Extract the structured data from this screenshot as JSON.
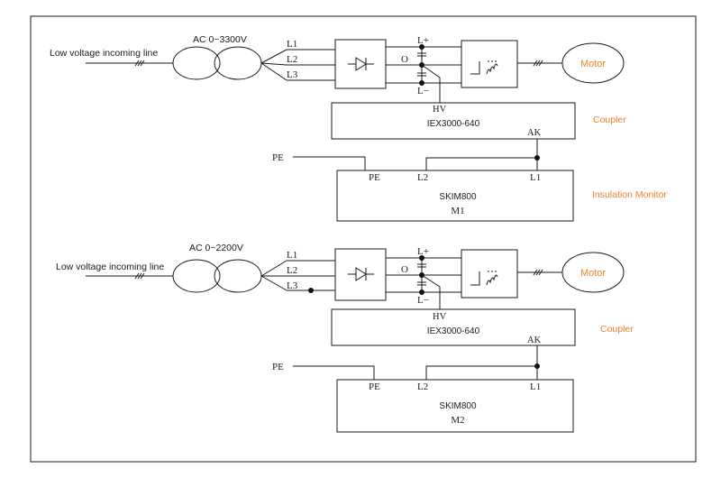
{
  "circuit1": {
    "incoming_label": "Low voltage incoming line",
    "transformer_label": "AC 0~3300V",
    "phase_labels": [
      "L1",
      "L2",
      "L3"
    ],
    "bus_plus": "L+",
    "bus_mid": "O",
    "bus_minus": "L−",
    "hv_label": "HV",
    "coupler_model": "IEX3000-640",
    "coupler_caption": "Coupler",
    "ak_label": "AK",
    "pe_label": "PE",
    "monitor_pe": "PE",
    "monitor_l2": "L2",
    "monitor_l1": "L1",
    "monitor_model": "SKIM800",
    "monitor_id": "M1",
    "monitor_caption": "Insulation Monitor",
    "motor_label": "Motor"
  },
  "circuit2": {
    "incoming_label": "Low voltage incoming line",
    "transformer_label": "AC 0~2200V",
    "phase_labels": [
      "L1",
      "L2",
      "L3"
    ],
    "bus_plus": "L+",
    "bus_mid": "O",
    "bus_minus": "L−",
    "hv_label": "HV",
    "coupler_model": "IEX3000-640",
    "coupler_caption": "Coupler",
    "ak_label": "AK",
    "pe_label": "PE",
    "monitor_pe": "PE",
    "monitor_l2": "L2",
    "monitor_l1": "L1",
    "monitor_model": "SKIM800",
    "monitor_id": "M2",
    "motor_label": "Motor"
  },
  "icons": {
    "rectifier": "rectifier-diode-icon",
    "inverter": "inverter-icon",
    "motor": "motor-circle-icon",
    "transformer": "transformer-coils-icon"
  },
  "colors": {
    "line": "#1a1a1a",
    "caption_orange": "#e9822b",
    "background": "#ffffff"
  }
}
